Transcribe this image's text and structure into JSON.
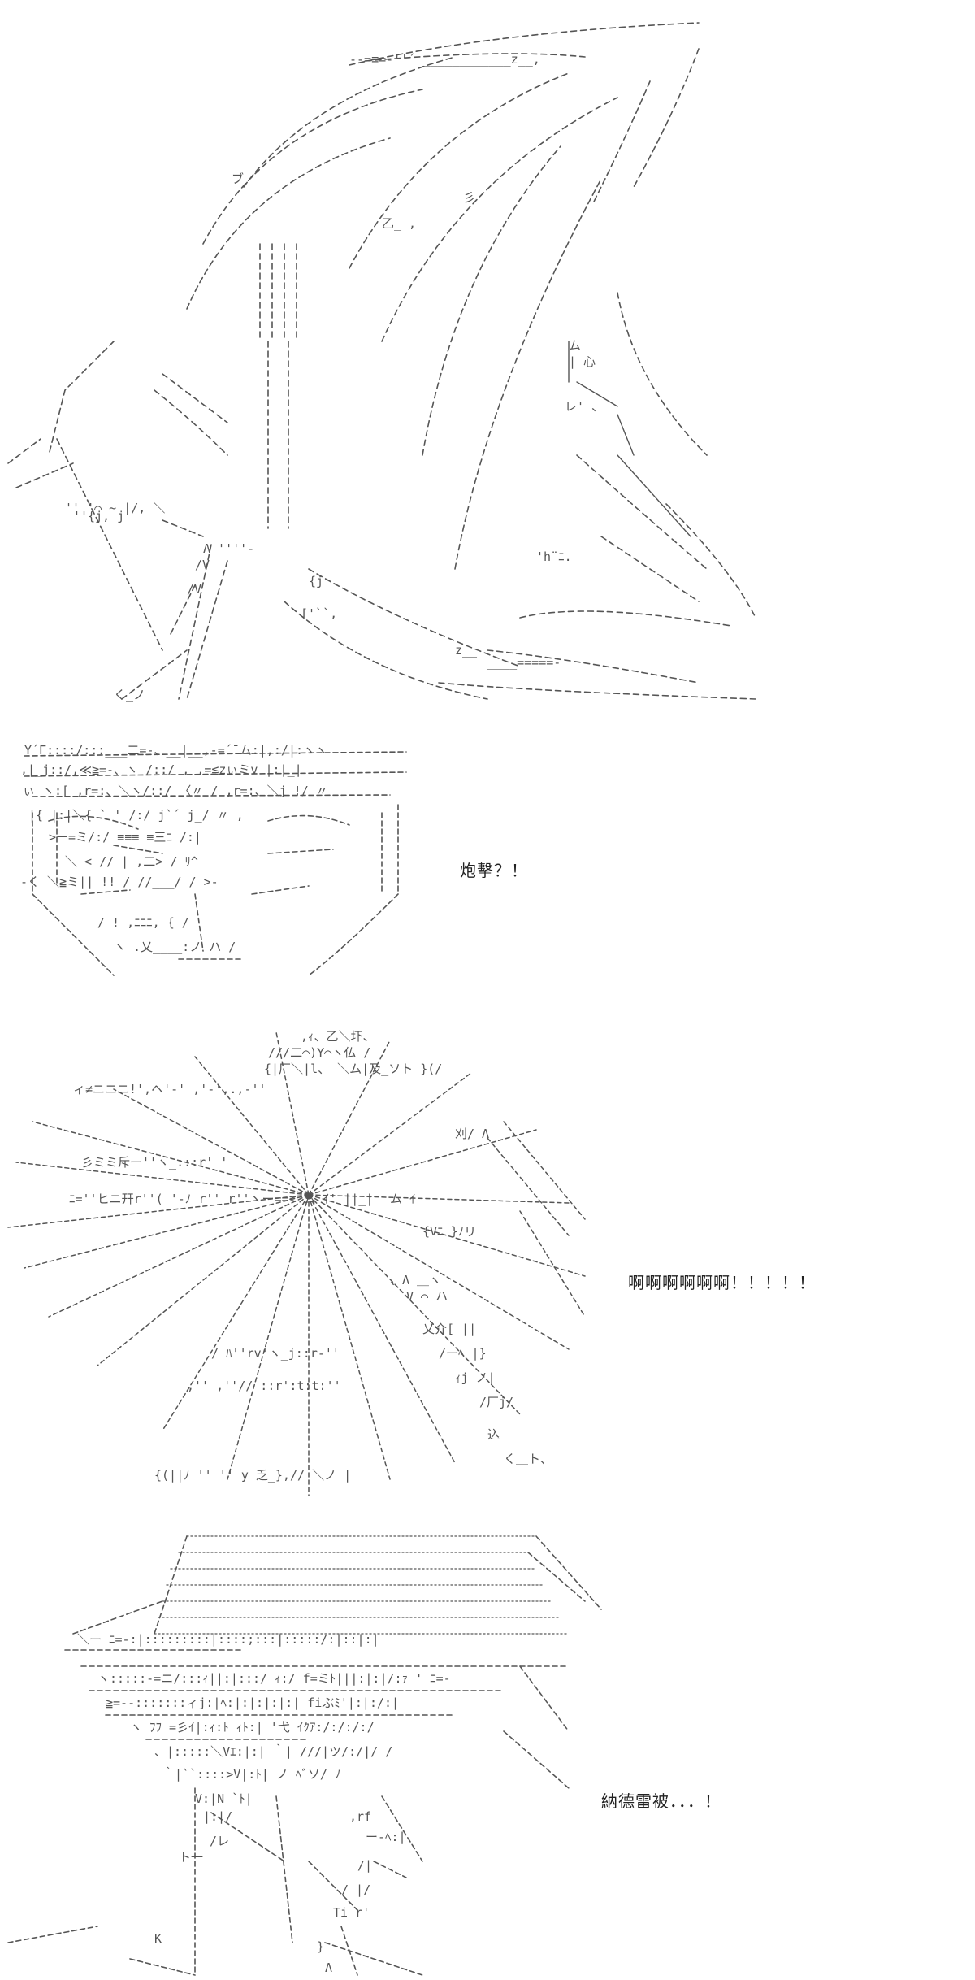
{
  "panels": [
    {
      "id": "panel-1",
      "dialogue": ""
    },
    {
      "id": "panel-2",
      "dialogue": "炮擊？！"
    },
    {
      "id": "panel-3",
      "dialogue": "啊啊啊啊啊啊！！！！！"
    },
    {
      "id": "panel-4",
      "dialogue": "納德雷被．．．！"
    }
  ],
  "colors": {
    "background": "#ffffff",
    "ink": "#555555",
    "text": "#222222"
  }
}
